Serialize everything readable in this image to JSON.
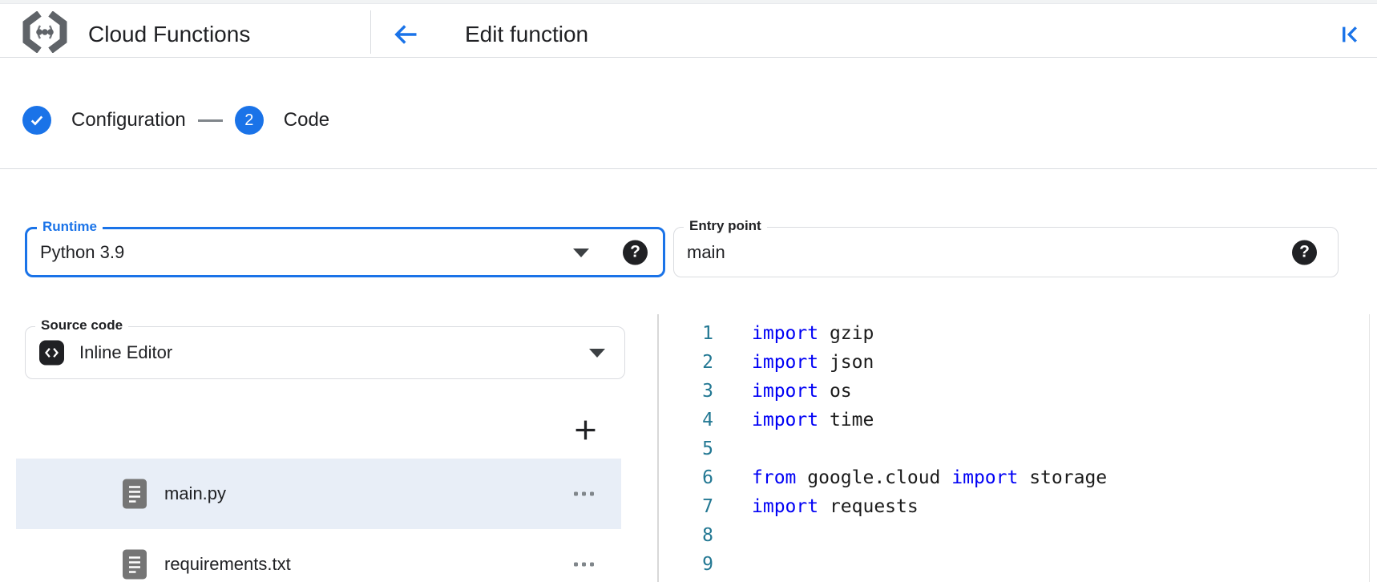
{
  "header": {
    "product": "Cloud Functions",
    "page_title": "Edit function"
  },
  "stepper": {
    "step1_label": "Configuration",
    "step2_number": "2",
    "step2_label": "Code"
  },
  "form": {
    "runtime": {
      "label": "Runtime",
      "value": "Python 3.9",
      "help_icon": "question-mark"
    },
    "entry_point": {
      "label": "Entry point",
      "value": "main",
      "help_icon": "question-mark"
    },
    "source_code": {
      "label": "Source code",
      "value": "Inline Editor",
      "icon": "code-brackets"
    }
  },
  "file_explorer": {
    "add_button": "plus",
    "files": [
      {
        "name": "main.py",
        "selected": true
      },
      {
        "name": "requirements.txt",
        "selected": false
      }
    ]
  },
  "editor": {
    "lines": [
      {
        "n": "1",
        "tokens": [
          {
            "text": "import",
            "type": "kw"
          },
          {
            "text": " gzip",
            "type": "plain"
          }
        ]
      },
      {
        "n": "2",
        "tokens": [
          {
            "text": "import",
            "type": "kw"
          },
          {
            "text": " json",
            "type": "plain"
          }
        ]
      },
      {
        "n": "3",
        "tokens": [
          {
            "text": "import",
            "type": "kw"
          },
          {
            "text": " os",
            "type": "plain"
          }
        ]
      },
      {
        "n": "4",
        "tokens": [
          {
            "text": "import",
            "type": "kw"
          },
          {
            "text": " time",
            "type": "plain"
          }
        ]
      },
      {
        "n": "5",
        "tokens": []
      },
      {
        "n": "6",
        "tokens": [
          {
            "text": "from",
            "type": "kw"
          },
          {
            "text": " google.cloud ",
            "type": "plain"
          },
          {
            "text": "import",
            "type": "kw"
          },
          {
            "text": " storage",
            "type": "plain"
          }
        ]
      },
      {
        "n": "7",
        "tokens": [
          {
            "text": "import",
            "type": "kw"
          },
          {
            "text": " requests",
            "type": "plain"
          }
        ]
      },
      {
        "n": "8",
        "tokens": []
      },
      {
        "n": "9",
        "tokens": []
      }
    ]
  },
  "colors": {
    "accent_blue": "#1a73e8",
    "keyword_blue": "#0000f5",
    "line_number_teal": "#237893",
    "selected_row_bg": "#e8eef7",
    "text_dark": "#202124",
    "border_gray": "#dadce0",
    "icon_gray": "#5f6368"
  }
}
